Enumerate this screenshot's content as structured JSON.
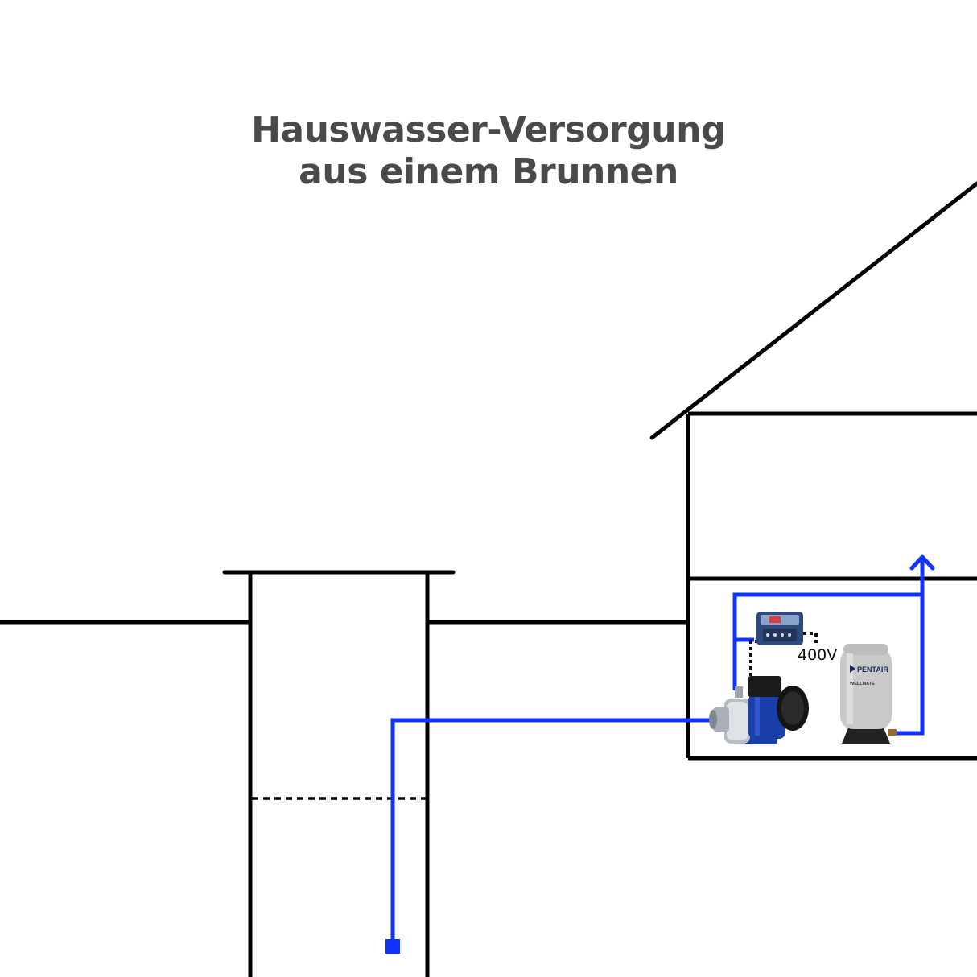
{
  "title": {
    "line1": "Hauswasser-Versorgung",
    "line2": "aus einem Brunnen"
  },
  "labels": {
    "voltage": "400V"
  },
  "tank": {
    "brand": "PENTAIR",
    "model": "WELLMATE"
  },
  "colors": {
    "water_pipe": "#1133ff",
    "structure_line": "#000000",
    "title_text": "#4a4a4a",
    "pump_motor": "#1b3fa8",
    "tank_body": "#c9c9c9",
    "controller": "#2f4a7a"
  },
  "icons": {
    "pump": "centrifugal-pump-icon",
    "tank": "pressure-tank-icon",
    "controller": "pressure-controller-icon",
    "flow_arrow": "arrow-up-icon"
  }
}
